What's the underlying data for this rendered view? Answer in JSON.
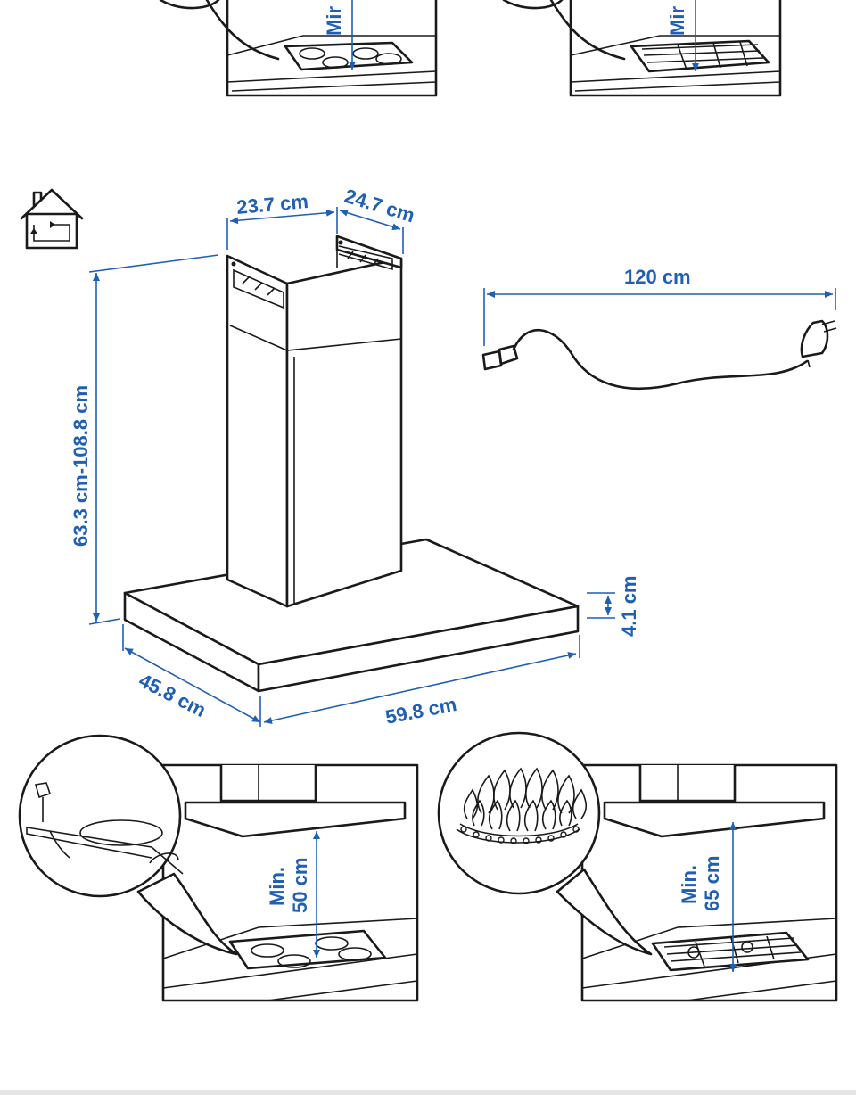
{
  "labels": {
    "chimney_width": "23.7 cm",
    "chimney_depth": "24.7 cm",
    "height_range": "63.3 cm-108.8 cm",
    "hood_thickness": "4.1 cm",
    "hood_depth": "45.8 cm",
    "hood_width": "59.8 cm",
    "cable_length": "120 cm",
    "min_prefix": "Min.",
    "min_prefix_cut": "Mir",
    "electric_distance": "50 cm",
    "gas_distance": "65 cm"
  },
  "icons": {
    "house": "recirculation-house-icon",
    "plug": "power-plug-icon",
    "flame": "gas-flame-icon"
  },
  "colors": {
    "dimension_blue": "#1f5fb4",
    "line_black": "#1a1a1a"
  }
}
